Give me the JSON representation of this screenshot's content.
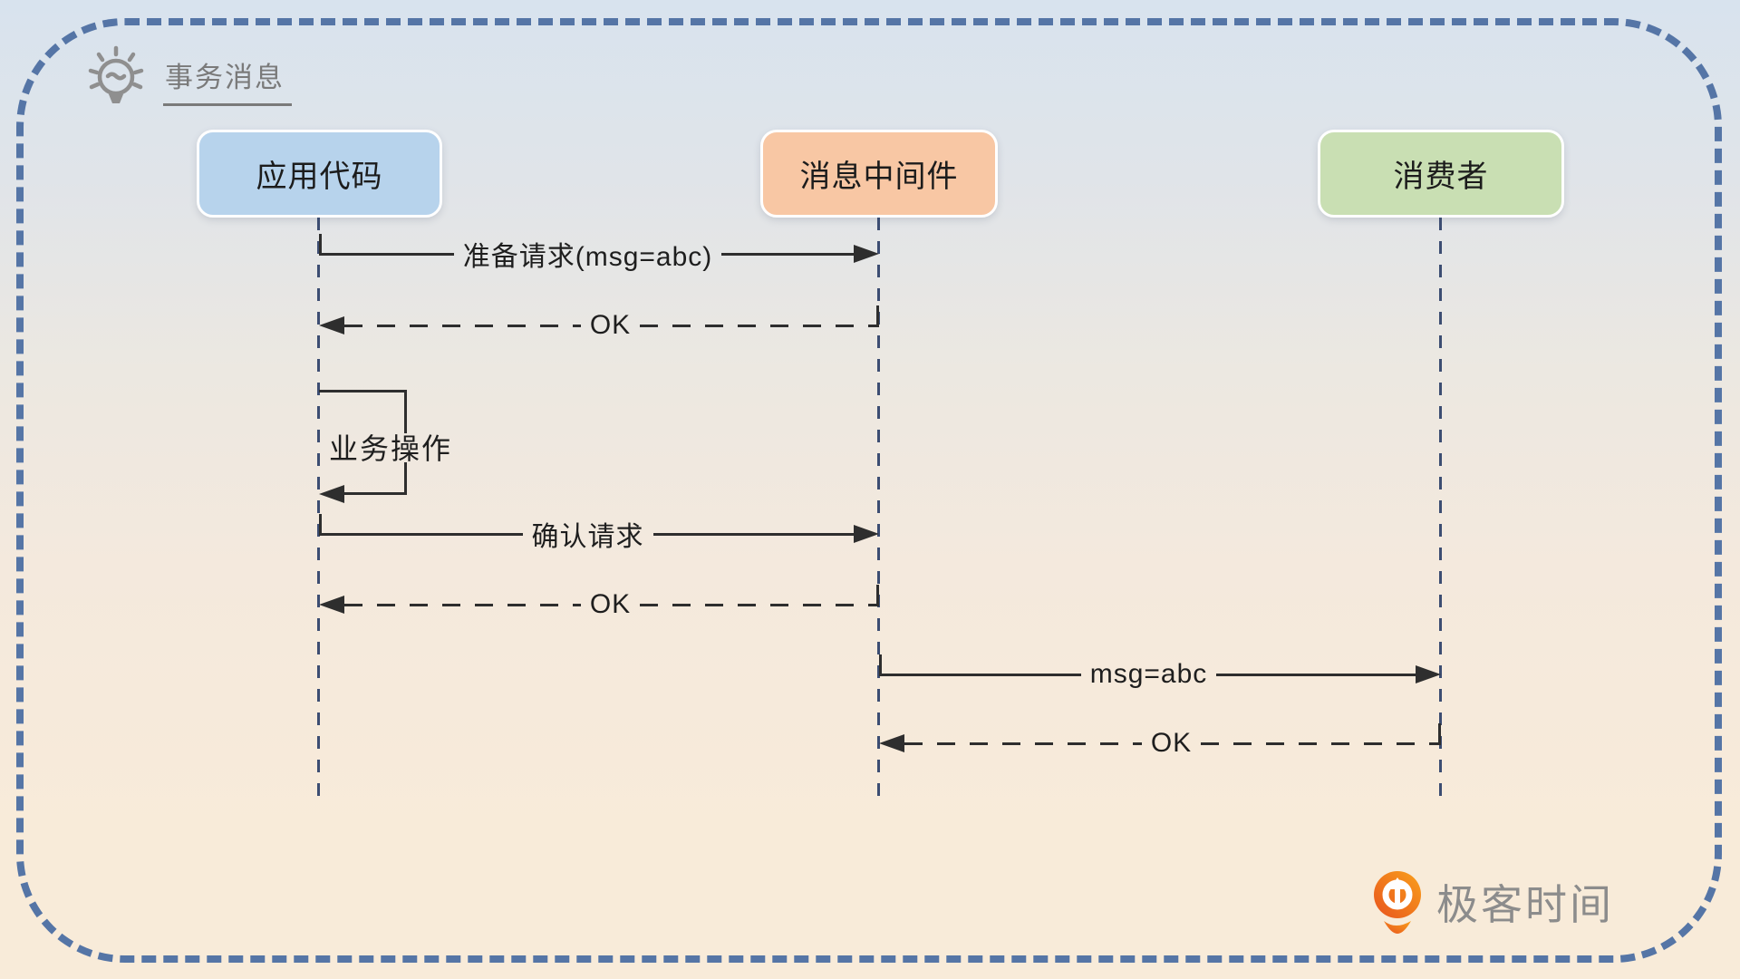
{
  "header": {
    "title": "事务消息",
    "icon": "lightbulb-icon"
  },
  "actors": [
    {
      "label": "应用代码",
      "color": "#b7d3ec"
    },
    {
      "label": "消息中间件",
      "color": "#f8c7a4"
    },
    {
      "label": "消费者",
      "color": "#c9dfb3"
    }
  ],
  "messages": [
    {
      "label": "准备请求(msg=abc)",
      "from": "应用代码",
      "to": "消息中间件",
      "line": "solid",
      "direction": "right"
    },
    {
      "label": "OK",
      "from": "消息中间件",
      "to": "应用代码",
      "line": "dashed",
      "direction": "left"
    },
    {
      "label": "业务操作",
      "from": "应用代码",
      "to": "应用代码",
      "line": "self-loop"
    },
    {
      "label": "确认请求",
      "from": "应用代码",
      "to": "消息中间件",
      "line": "solid",
      "direction": "right"
    },
    {
      "label": "OK",
      "from": "消息中间件",
      "to": "应用代码",
      "line": "dashed",
      "direction": "left"
    },
    {
      "label": "msg=abc",
      "from": "消息中间件",
      "to": "消费者",
      "line": "solid",
      "direction": "right"
    },
    {
      "label": "OK",
      "from": "消费者",
      "to": "消息中间件",
      "line": "dashed",
      "direction": "left"
    }
  ],
  "brand": {
    "name": "极客时间",
    "icon": "geektime-logo-icon"
  },
  "colors": {
    "frame_border": "#5575a6",
    "lifeline": "#3c4d72",
    "arrow": "#2e2e2e",
    "title_text": "#7a7a7a",
    "brand_text": "#8c8c8c",
    "brand_orange_light": "#f9a01b",
    "brand_orange_dark": "#e8541e",
    "actor_app": "#b7d3ec",
    "actor_middleware": "#f8c7a4",
    "actor_consumer": "#c9dfb3",
    "bg_top": "#d8e3ee",
    "bg_bottom": "#f8ebd9"
  }
}
